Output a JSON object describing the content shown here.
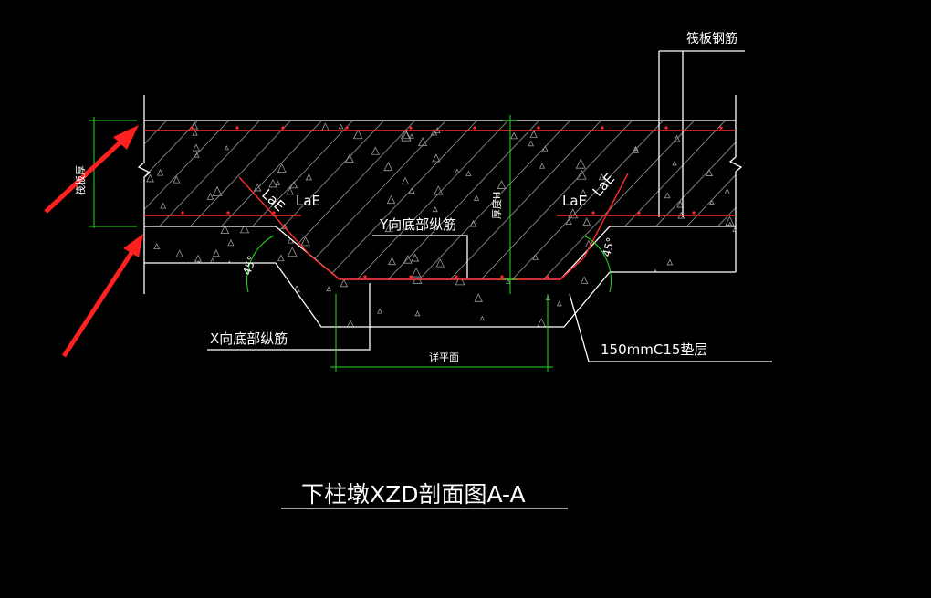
{
  "labels": {
    "raft_rebar": "筏板钢筋",
    "raft_thickness": "筏板厚",
    "lae_1": "LaE",
    "lae_2": "LaE",
    "lae_3": "LaE",
    "lae_4": "LaE",
    "y_bottom_rebar": "Y向底部纵筋",
    "x_bottom_rebar": "X向底部纵筋",
    "thickness_h": "厚度H",
    "angle_left": "45°",
    "angle_right": "45°",
    "see_plan": "详平面",
    "cushion": "150mmC15垫层",
    "title": "下柱墩XZD剖面图A-A"
  },
  "colors": {
    "background": "#000000",
    "concrete_line": "#ffffff",
    "rebar": "#ff2a2a",
    "dimension": "#22dd22",
    "hatch": "#888888",
    "arrow": "#ff2020"
  }
}
